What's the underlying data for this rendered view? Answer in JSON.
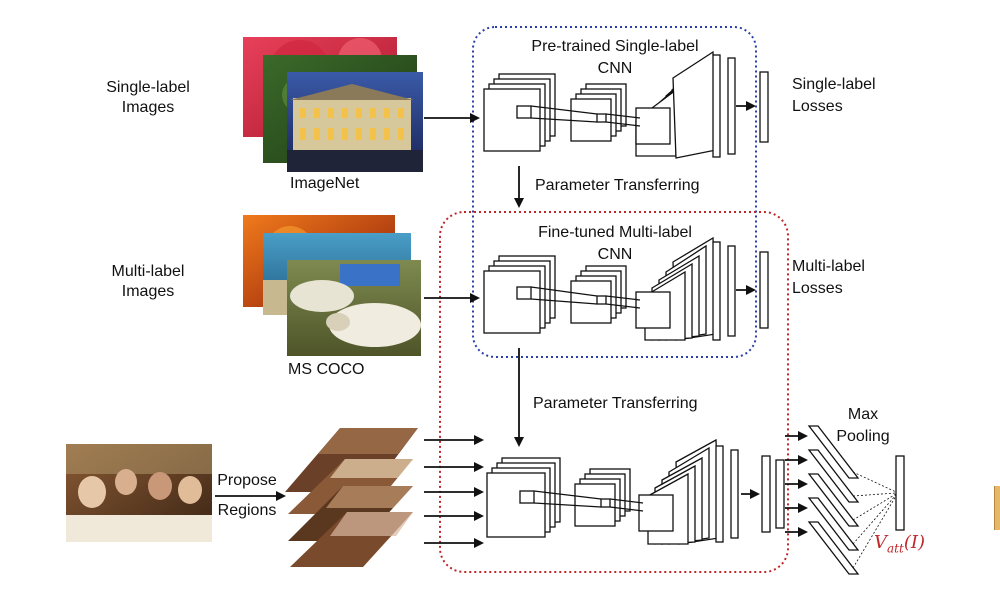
{
  "diagram": {
    "rows": [
      {
        "label": "Single-label\nImages",
        "source": "ImageNet"
      },
      {
        "label": "Multi-label\nImages",
        "source": "MS COCO"
      }
    ],
    "stages": [
      {
        "title": "Pre-trained Single-label\nCNN",
        "loss": "Single-label\nLosses"
      },
      {
        "title": "Fine-tuned Multi-label\nCNN",
        "loss": "Multi-label\nLosses"
      }
    ],
    "transfer_labels": [
      "Parameter Transferring",
      "Parameter Transferring"
    ],
    "propose_label": "Propose\nRegions",
    "pooling_label": "Max\nPooling",
    "output_symbol": "V_att(I)",
    "colors": {
      "pretrained_box": "#2a3fa8",
      "finetuned_box": "#c0262a",
      "output_symbol": "#c0262a"
    }
  }
}
